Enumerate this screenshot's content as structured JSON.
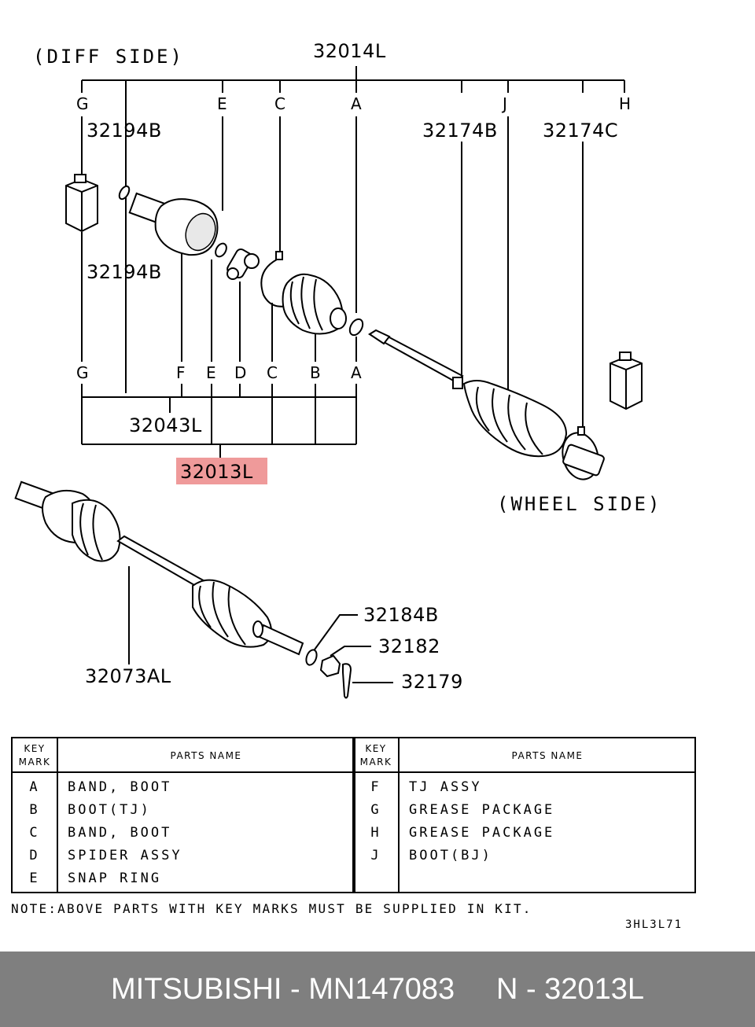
{
  "diagram": {
    "diff_side": "(DIFF SIDE)",
    "wheel_side": "(WHEEL SIDE)",
    "part_numbers": {
      "p32014L": "32014L",
      "p32194B_top": "32194B",
      "p32194B_mid": "32194B",
      "p32174B": "32174B",
      "p32174C": "32174C",
      "p32043L": "32043L",
      "p32013L": "32013L",
      "p32073AL": "32073AL",
      "p32184B": "32184B",
      "p32182": "32182",
      "p32179": "32179"
    },
    "key_marks_top": [
      "G",
      "E",
      "C",
      "A",
      "J",
      "H"
    ],
    "key_marks_bottom": [
      "G",
      "F",
      "E",
      "D",
      "C",
      "B",
      "A"
    ],
    "highlight_color": "#ef9a9a"
  },
  "table": {
    "header_key": [
      "KEY",
      "MARK"
    ],
    "header_parts": "PARTS NAME",
    "left_rows": [
      {
        "key": "A",
        "name": "BAND, BOOT"
      },
      {
        "key": "B",
        "name": "BOOT(TJ)"
      },
      {
        "key": "C",
        "name": "BAND, BOOT"
      },
      {
        "key": "D",
        "name": "SPIDER ASSY"
      },
      {
        "key": "E",
        "name": "SNAP RING"
      }
    ],
    "right_rows": [
      {
        "key": "F",
        "name": "TJ ASSY"
      },
      {
        "key": "G",
        "name": "GREASE PACKAGE"
      },
      {
        "key": "H",
        "name": "GREASE PACKAGE"
      },
      {
        "key": "J",
        "name": "BOOT(BJ)"
      }
    ]
  },
  "note": "NOTE:ABOVE PARTS WITH KEY MARKS MUST BE SUPPLIED IN KIT.",
  "drawing_code": "3HL3L71",
  "footer": {
    "brand": "MITSUBISHI",
    "part_number": "MN147083",
    "ref": "N - 32013L",
    "text": "MITSUBISHI - MN147083     N - 32013L",
    "background": "#7f7f7f"
  }
}
